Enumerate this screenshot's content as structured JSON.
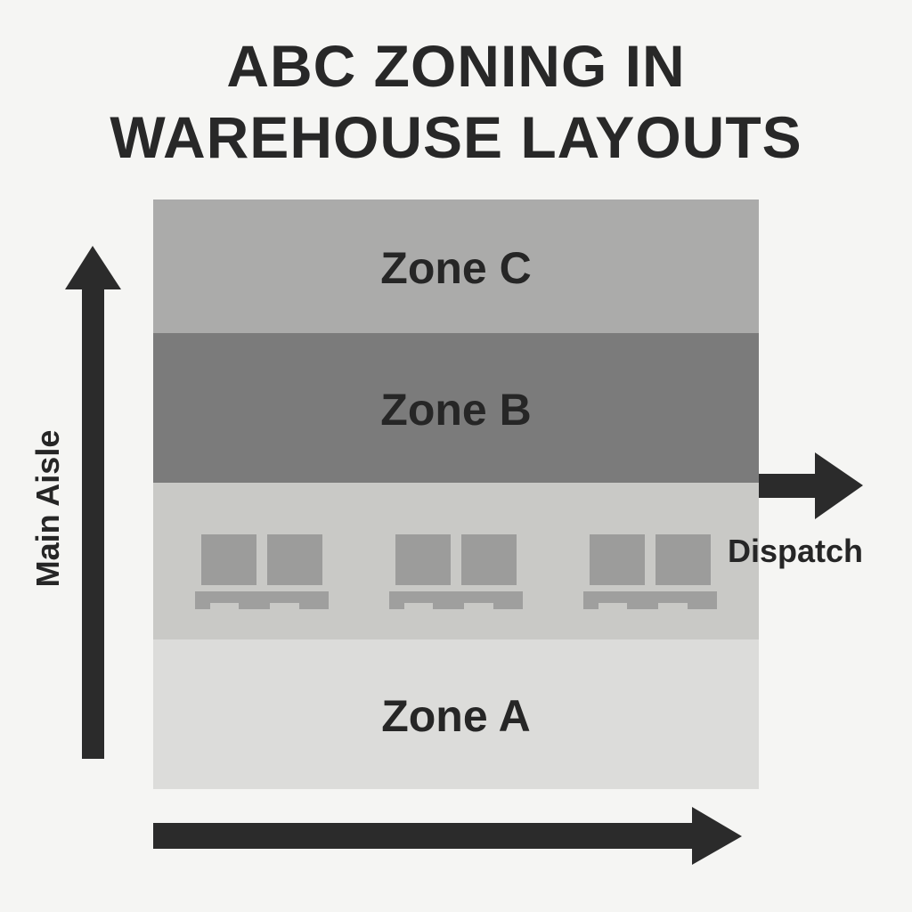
{
  "title": "ABC ZONING IN WAREHOUSE LAYOUTS",
  "title_lines": [
    "ABC ZONING IN",
    "WAREHOUSE LAYOUTS"
  ],
  "zones": [
    {
      "label": "Zone C",
      "color": "#ababaa"
    },
    {
      "label": "Zone B",
      "color": "#7b7b7b"
    },
    {
      "label": "",
      "color": "#c9c9c6",
      "content": "pallets"
    },
    {
      "label": "Zone A",
      "color": "#dcdcda"
    }
  ],
  "pallets": {
    "count": 3,
    "boxes_per_pallet": 2,
    "box_color": "#9c9c9b"
  },
  "labels": {
    "main_aisle": "Main Aisle",
    "dispatch": "Dispatch"
  },
  "arrows": [
    {
      "name": "main-aisle-arrow",
      "direction": "up"
    },
    {
      "name": "dispatch-arrow",
      "direction": "right"
    },
    {
      "name": "bottom-flow-arrow",
      "direction": "right"
    }
  ],
  "colors": {
    "background": "#f5f5f3",
    "ink": "#282828"
  }
}
